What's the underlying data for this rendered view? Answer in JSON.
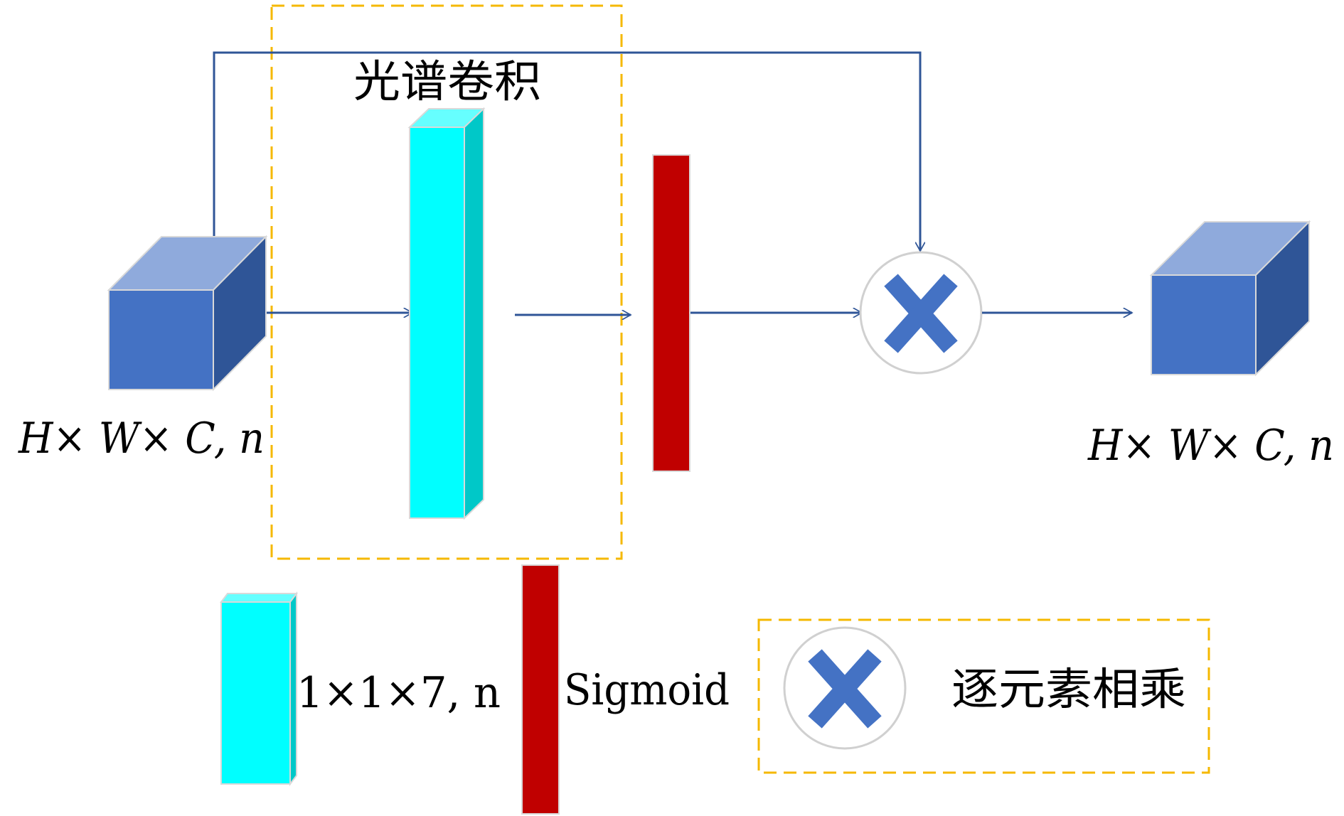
{
  "title": "光谱卷积",
  "input_dims": "H× W× C, n",
  "output_dims": "H× W× C, n",
  "legend": {
    "conv_label": "1×1×7, n",
    "sigmoid_label": "Sigmoid",
    "multiply_label": "逐元素相乘"
  },
  "colors": {
    "cube_front": "#4472C4",
    "cube_top": "#8FAADC",
    "cube_side": "#2F5597",
    "conv_front": "#00FFFF",
    "conv_top": "#66FFFF",
    "conv_side": "#00C8C8",
    "sigmoid": "#C00000",
    "arrow": "#2F5597",
    "dashed_box": "#F5B800",
    "multiply_x": "#4472C4",
    "multiply_circle_stroke": "#D0D0D0"
  },
  "icons": {
    "multiply": "multiply-x-icon",
    "cube": "feature-cube-icon"
  }
}
